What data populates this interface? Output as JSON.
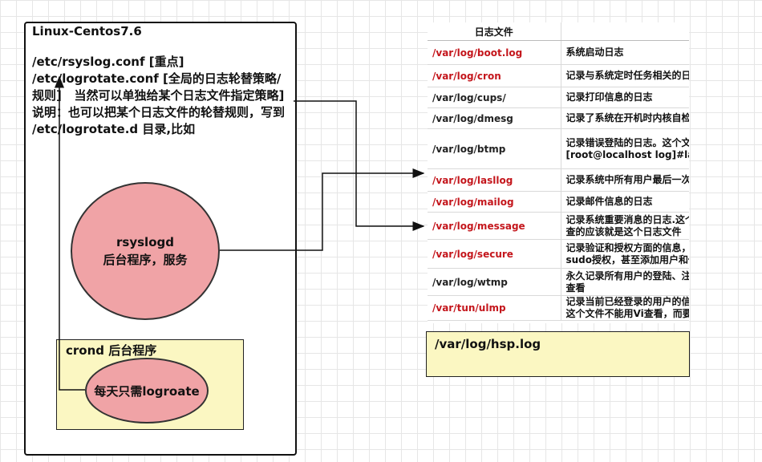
{
  "main_box": {
    "title": "Linux-Centos7.6",
    "notes": [
      "/etc/rsyslog.conf [重点]",
      "/etc/logrotate.conf [全局的日志轮替策略/规则]   当然可以单独给某个日志文件指定策略]",
      "说明：也可以把某个日志文件的轮替规则，写到 /etc/logrotate.d 目录,比如"
    ]
  },
  "rsyslogd": {
    "line1": "rsyslogd",
    "line2": "后台程序，服务"
  },
  "crond": {
    "label": "crond 后台程序",
    "task": "每天只需logroate"
  },
  "log_table": {
    "header": [
      "日志文件",
      ""
    ],
    "rows": [
      {
        "path": "/var/log/boot.log",
        "desc": "系统启动日志",
        "red": true
      },
      {
        "path": "/var/log/cron",
        "desc": "记录与系统定时任务相关的日志",
        "red": true
      },
      {
        "path": "/var/log/cups/",
        "desc": "记录打印信息的日志",
        "red": false
      },
      {
        "path": "/var/log/dmesg",
        "desc": "记录了系统在开机时内核自检的",
        "red": false
      },
      {
        "path": "/var/log/btmp",
        "desc": "记录错误登陆的日志。这个文件\n[root@localhost log]#lastb",
        "red": false
      },
      {
        "path": "/var/log/lasllog",
        "desc": "记录系统中所有用户最后一次登",
        "red": true
      },
      {
        "path": "/var/log/mailog",
        "desc": "记录邮件信息的日志",
        "red": true
      },
      {
        "path": "/var/log/message",
        "desc": "记录系统重要消息的日志.这个\n查的应该就是这个日志文件",
        "red": true
      },
      {
        "path": "/var/log/secure",
        "desc": "记录验证和授权方面的信息，只\nsudo授权，甚至添加用户和修",
        "red": true
      },
      {
        "path": "/var/log/wtmp",
        "desc": "永久记录所有用户的登陆、注销\n查看",
        "red": false
      },
      {
        "path": "/var/tun/ulmp",
        "desc": "记录当前已经登录的用户的信息\n这个文件不能用Vi查看，而要使",
        "red": true
      }
    ]
  },
  "hsp_box": {
    "label": "/var/log/hsp.log"
  },
  "colors": {
    "ellipse_fill": "#f0a3a6",
    "note_fill": "#fbf7c2",
    "path_red": "#c4161c"
  }
}
